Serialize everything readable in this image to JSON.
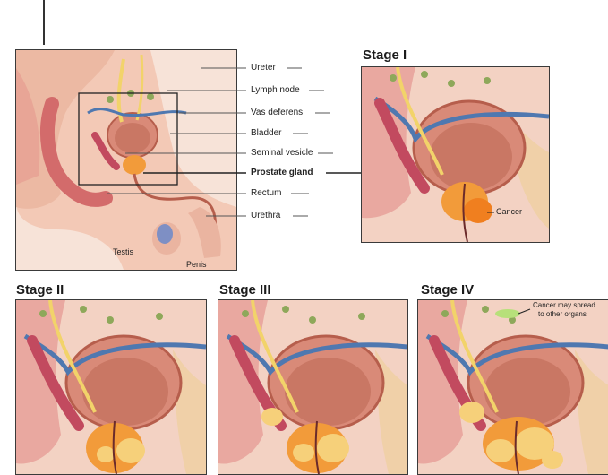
{
  "overview": {
    "labels": [
      {
        "key": "ureter",
        "text": "Ureter",
        "bold": false
      },
      {
        "key": "lymph-node",
        "text": "Lymph node",
        "bold": false
      },
      {
        "key": "vas-deferens",
        "text": "Vas deferens",
        "bold": false
      },
      {
        "key": "bladder",
        "text": "Bladder",
        "bold": false
      },
      {
        "key": "seminal-vesicle",
        "text": "Seminal vesicle",
        "bold": false
      },
      {
        "key": "prostate-gland",
        "text": "Prostate gland",
        "bold": true
      },
      {
        "key": "rectum",
        "text": "Rectum",
        "bold": false
      },
      {
        "key": "urethra",
        "text": "Urethra",
        "bold": false
      }
    ],
    "testis": "Testis",
    "penis": "Penis"
  },
  "stages": [
    {
      "title": "Stage I",
      "annotation": "Cancer"
    },
    {
      "title": "Stage II"
    },
    {
      "title": "Stage III"
    },
    {
      "title": "Stage IV",
      "annotation_line1": "Cancer may spread",
      "annotation_line2": "to other organs"
    }
  ],
  "colors": {
    "skin": "#f6d6c6",
    "tissue": "#e9a8a0",
    "bladder": "#d98a78",
    "bladder_inner": "#c97764",
    "prostate": "#f29b3a",
    "cancer": "#f07f1f",
    "ureter": "#f2d36a",
    "vas": "#4f78b0",
    "lymph": "#8ea85a",
    "frame": "#3a3a3a"
  }
}
